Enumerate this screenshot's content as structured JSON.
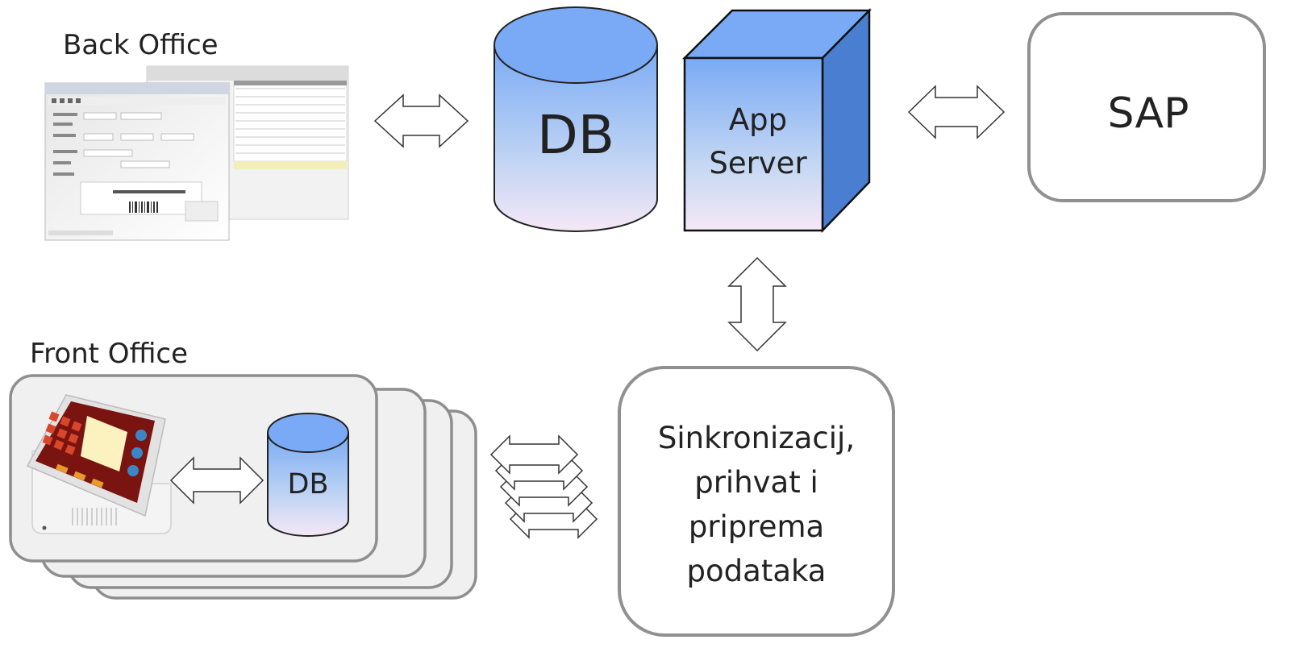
{
  "labels": {
    "back_office": "Back Office",
    "front_office": "Front Office",
    "db_main": "DB",
    "app_server_line1": "App",
    "app_server_line2": "Server",
    "sap": "SAP",
    "db_local": "DB",
    "sync_line1": "Sinkronizacij,",
    "sync_line2": "prihvat i",
    "sync_line3": "priprema",
    "sync_line4": "podataka"
  },
  "colors": {
    "blue_top": "#7aaaf5",
    "blue_mid": "#9cc2f5",
    "pink_bottom": "#f3e6f5",
    "cube_side": "#4a7ed0",
    "box_border": "#909090",
    "box_fill": "#f0f0f0"
  },
  "icons": [
    "back-office-screenshot-icon",
    "pos-terminal-icon",
    "double-arrow-icon"
  ]
}
